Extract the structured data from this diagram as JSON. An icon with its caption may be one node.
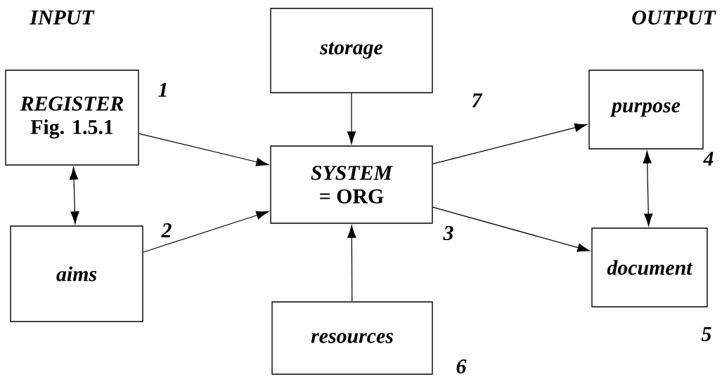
{
  "diagram": {
    "nodes": [
      {
        "text": [
          "REGISTER",
          "Fig. 1.5.1"
        ],
        "beside": [
          "1"
        ]
      },
      {
        "text": [
          "aims"
        ],
        "beside": [
          "2"
        ]
      },
      {
        "text": [
          "SYSTEM",
          "= ORG"
        ],
        "beside": [
          "3"
        ]
      },
      {
        "text": [
          "storage"
        ],
        "beside": [
          "7"
        ]
      },
      {
        "text": [
          "resources"
        ],
        "beside": [
          "6"
        ]
      },
      {
        "text": [
          "purpose"
        ],
        "beside": [
          "4"
        ]
      },
      {
        "text": [
          "document"
        ],
        "beside": [
          "5"
        ]
      }
    ],
    "edges": [
      {
        "from": 0,
        "to": 2,
        "arrow": "to"
      },
      {
        "from": 0,
        "to": 1,
        "arrow": "both"
      },
      {
        "from": 1,
        "to": 2,
        "arrow": "to"
      },
      {
        "from": 3,
        "to": 2,
        "arrow": "to"
      },
      {
        "from": 4,
        "to": 2,
        "arrow": "to"
      },
      {
        "from": 2,
        "to": 5,
        "arrow": "to"
      },
      {
        "from": 2,
        "to": 6,
        "arrow": "to"
      },
      {
        "from": 5,
        "to": 6,
        "arrow": "both"
      }
    ],
    "labels": [
      "INPUT",
      "OUTPUT"
    ]
  }
}
